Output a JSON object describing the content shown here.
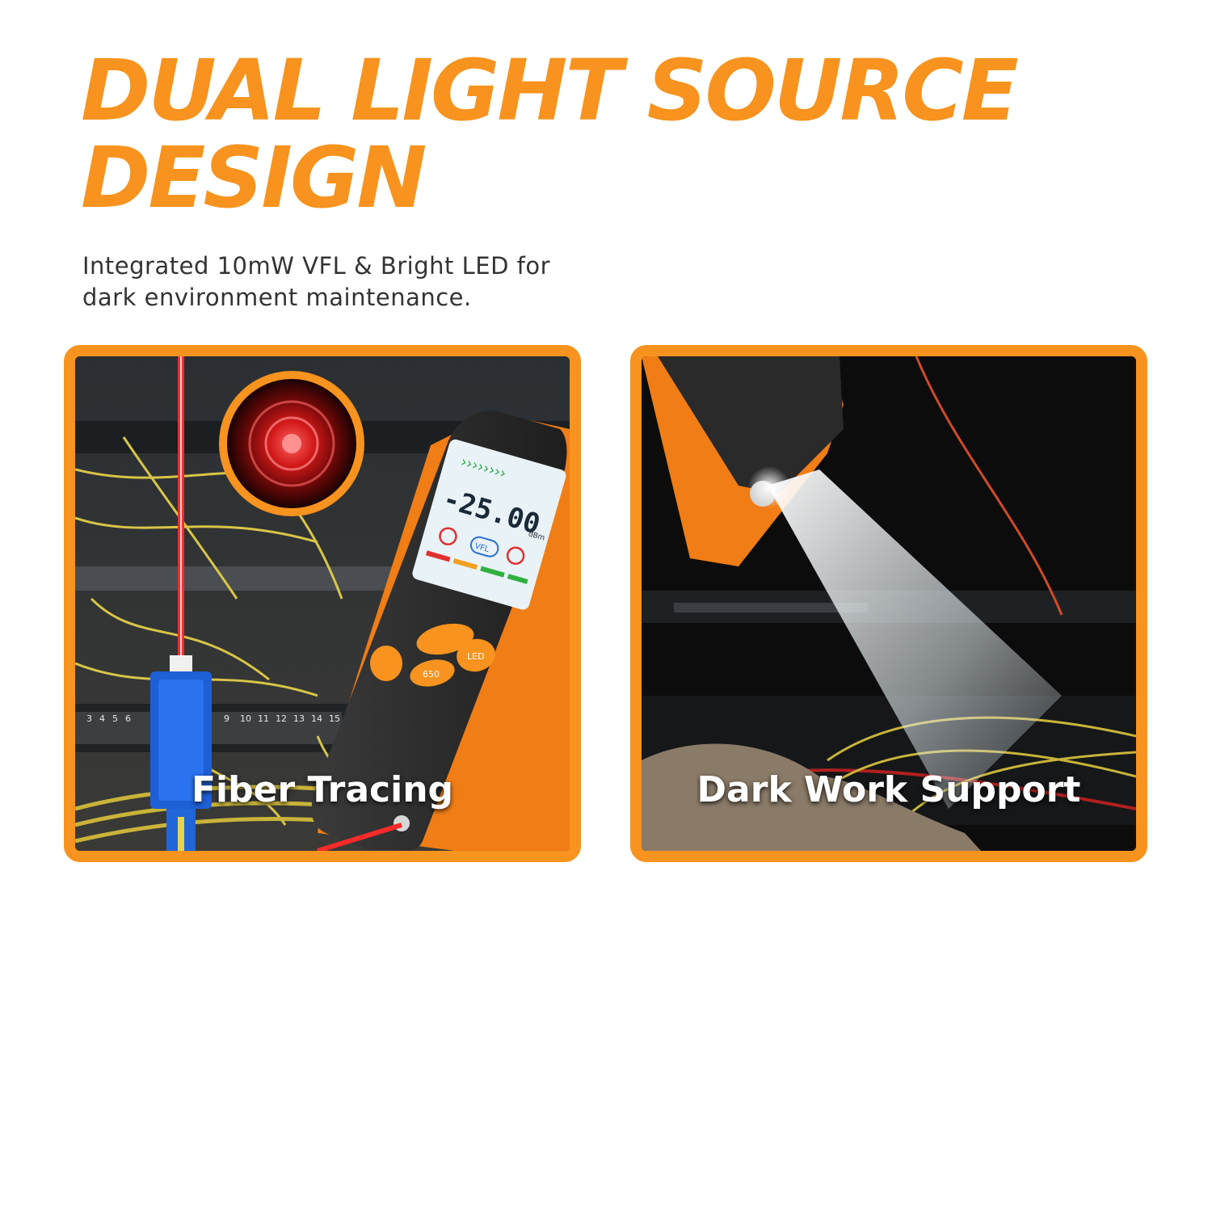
{
  "headline": "DUAL LIGHT SOURCE DESIGN",
  "subtitle": "Integrated 10mW VFL & Bright LED for dark environment maintenance.",
  "colors": {
    "accent": "#f7931e",
    "laser": "#ff2a2a",
    "text": "#333333"
  },
  "panels": [
    {
      "caption": "Fiber Tracing",
      "device": {
        "screen_reading": "-25.00",
        "screen_unit": "dBm",
        "screen_icons": [
          "power-icon",
          "VFL",
          "light-icon"
        ],
        "buttons": [
          "LED",
          "650"
        ]
      },
      "rack_port_numbers": [
        "3",
        "4",
        "5",
        "6",
        "9",
        "10",
        "11",
        "12",
        "13",
        "14",
        "15"
      ],
      "icons": [
        "laser-spot-icon",
        "sc-connector-icon"
      ]
    },
    {
      "caption": "Dark Work Support",
      "icons": [
        "flashlight-beam-icon"
      ]
    }
  ]
}
